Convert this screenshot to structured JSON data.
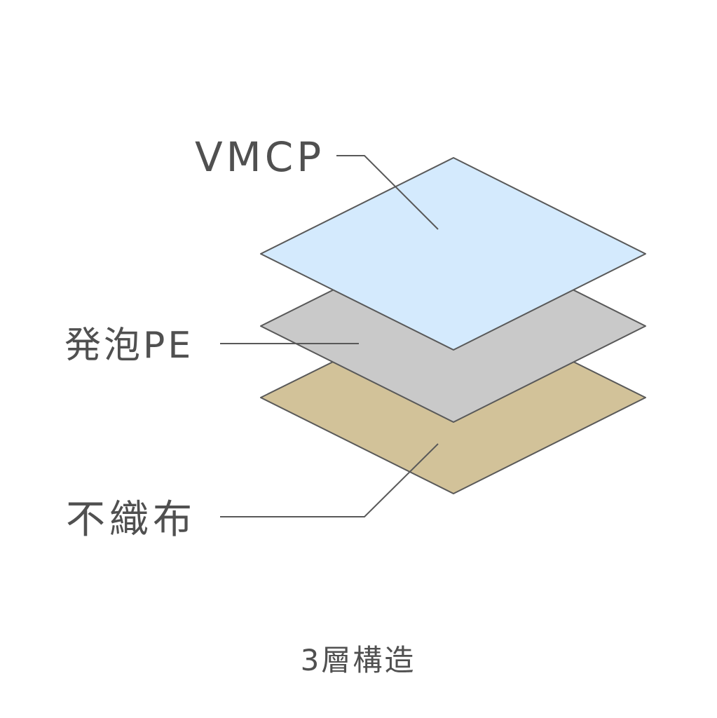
{
  "layers": [
    {
      "label": "VMCP",
      "color": "#d4eafd"
    },
    {
      "label": "発泡PE",
      "color": "#c9c9c9"
    },
    {
      "label": "不織布",
      "color": "#d2c299"
    }
  ],
  "caption": "3層構造",
  "colors": {
    "outline": "#595959",
    "text": "#505050",
    "background": "#ffffff"
  }
}
